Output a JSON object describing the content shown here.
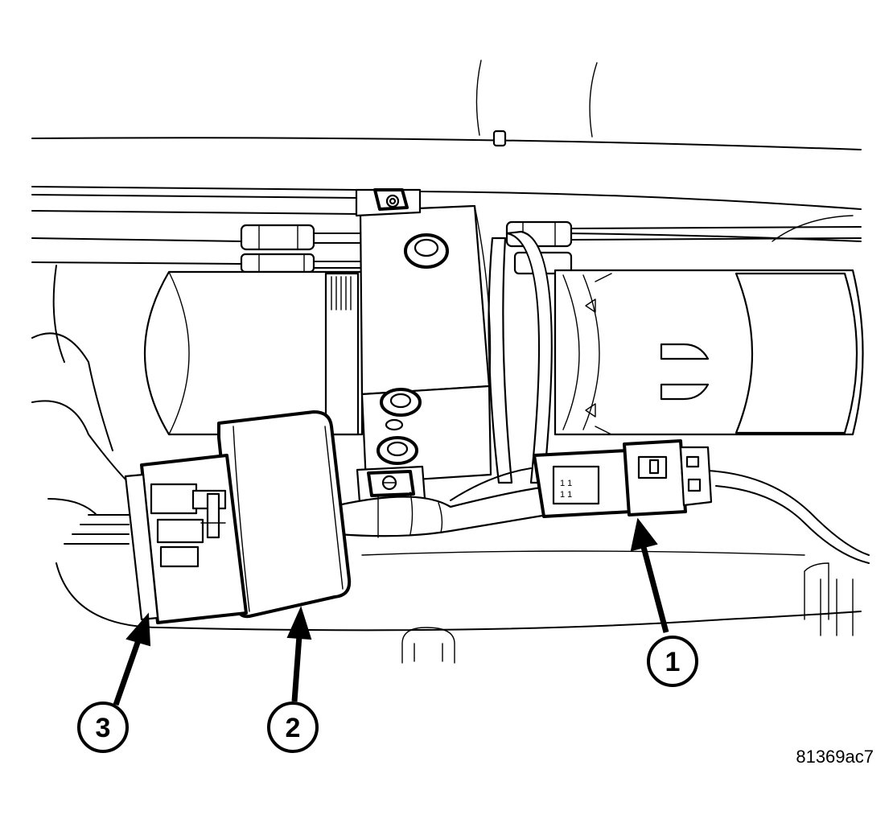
{
  "figure_id": "81369ac7",
  "callouts": [
    {
      "number": "1"
    },
    {
      "number": "2"
    },
    {
      "number": "3"
    }
  ],
  "connector_markings": "1 1 / 1 1"
}
